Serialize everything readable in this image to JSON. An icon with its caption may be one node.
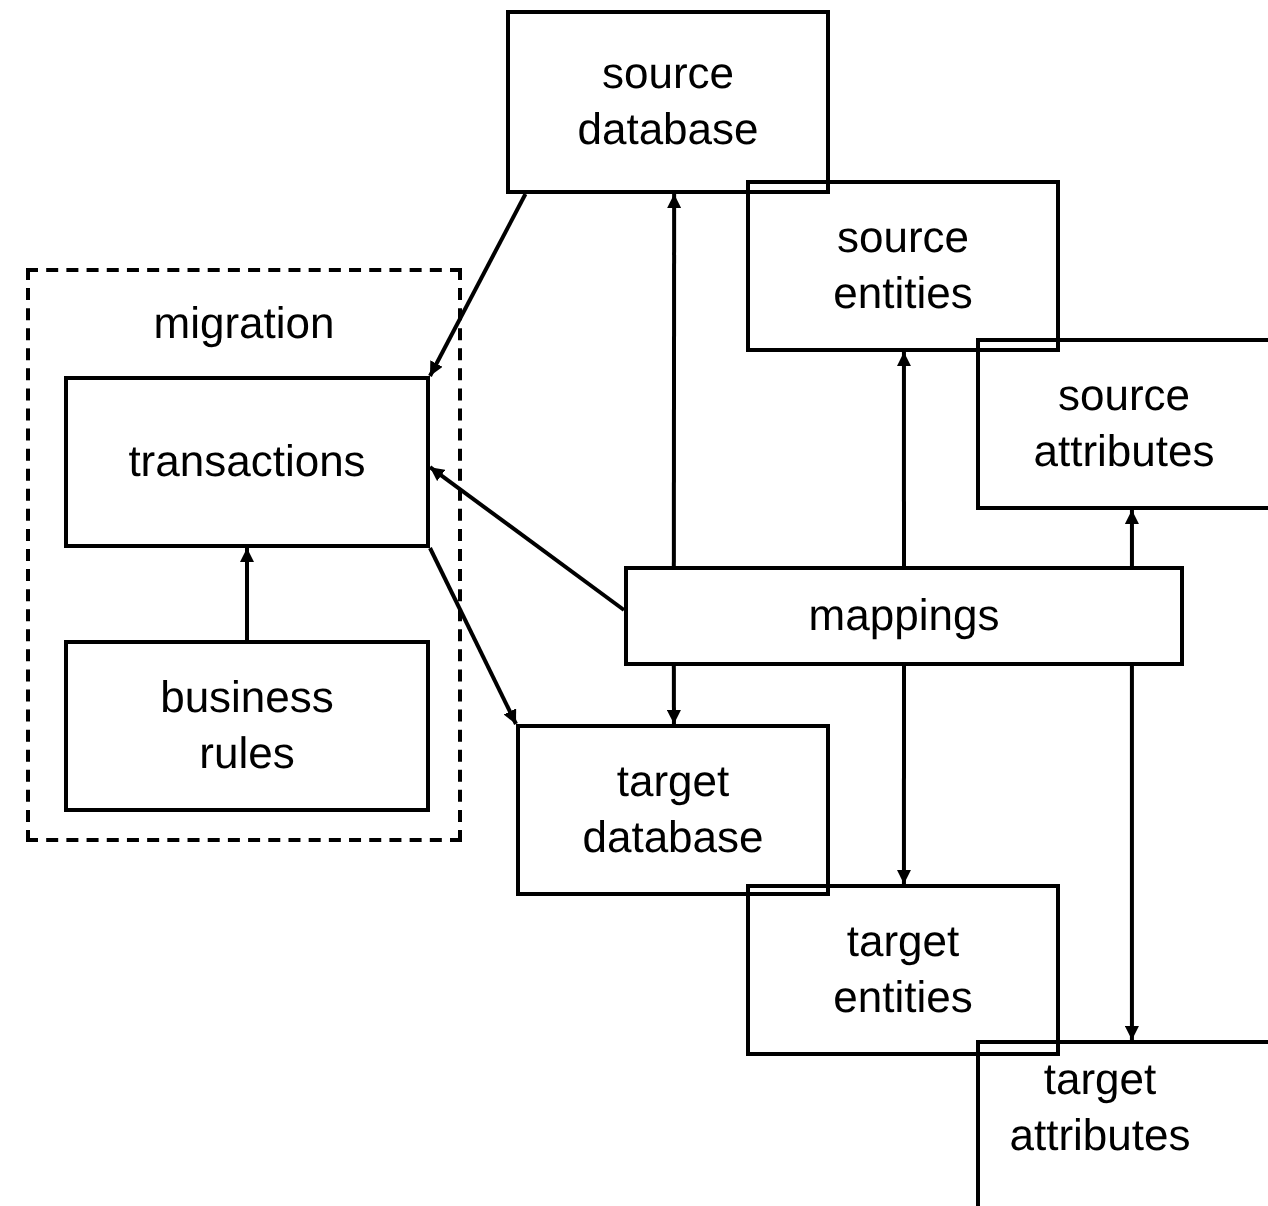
{
  "diagram": {
    "nodes": [
      {
        "text": [
          "migration"
        ]
      },
      {
        "text": [
          "transactions"
        ],
        "in": 0
      },
      {
        "text": [
          "business rules"
        ],
        "in": 0
      },
      {
        "text": [
          "source database"
        ]
      },
      {
        "text": [
          "source entities"
        ]
      },
      {
        "text": [
          "source attributes"
        ]
      },
      {
        "text": [
          "mappings"
        ]
      },
      {
        "text": [
          "target database"
        ]
      },
      {
        "text": [
          "target entities"
        ]
      },
      {
        "text": [
          "target attributes"
        ]
      }
    ],
    "edges": [
      {
        "from": 3,
        "to": 1,
        "arrow": "to"
      },
      {
        "from": 2,
        "to": 1,
        "arrow": "to"
      },
      {
        "from": 6,
        "to": 1,
        "arrow": "to"
      },
      {
        "from": 1,
        "to": 7,
        "arrow": "to"
      },
      {
        "from": 6,
        "to": 3,
        "arrow": "to"
      },
      {
        "from": 6,
        "to": 4,
        "arrow": "to"
      },
      {
        "from": 6,
        "to": 5,
        "arrow": "to"
      },
      {
        "from": 6,
        "to": 7,
        "arrow": "to"
      },
      {
        "from": 6,
        "to": 8,
        "arrow": "to"
      },
      {
        "from": 6,
        "to": 9,
        "arrow": "to"
      }
    ]
  }
}
